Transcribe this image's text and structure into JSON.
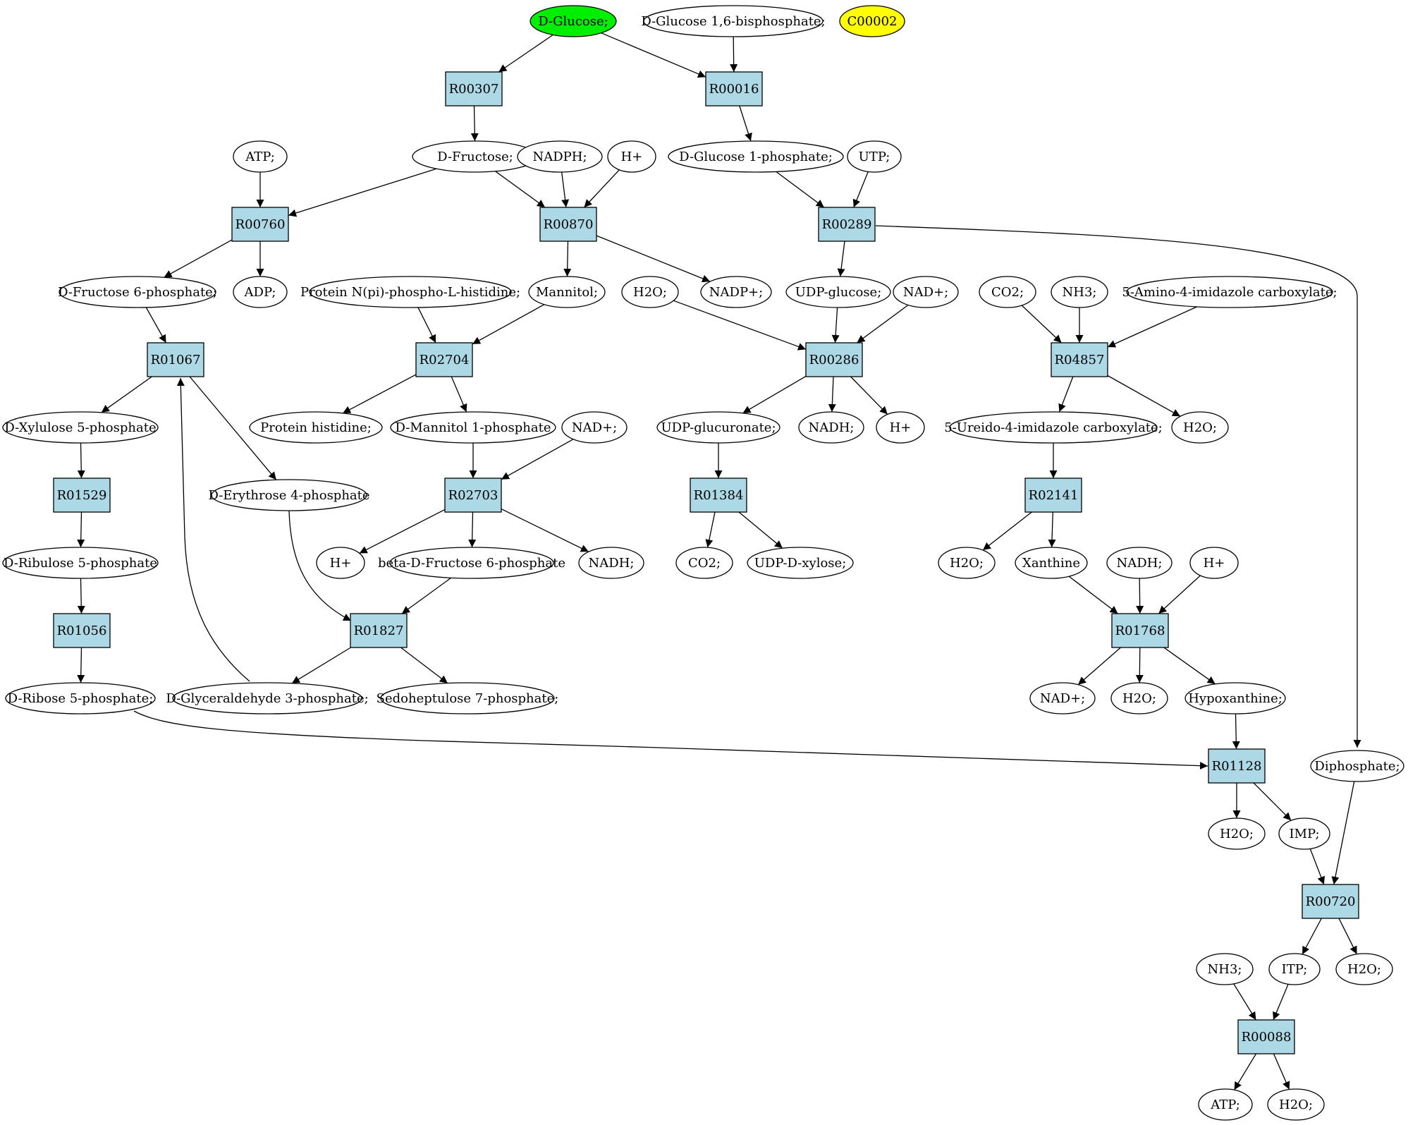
{
  "graph": {
    "compounds": [
      {
        "id": "c_dglucose",
        "label": "D-Glucose;",
        "style": "start"
      },
      {
        "id": "c_g16bp",
        "label": "D-Glucose 1,6-bisphosphate;"
      },
      {
        "id": "c_c00002",
        "label": "C00002",
        "style": "highlight"
      },
      {
        "id": "c_atp1",
        "label": "ATP;"
      },
      {
        "id": "c_dfructose",
        "label": "D-Fructose;"
      },
      {
        "id": "c_nadph",
        "label": "NADPH;"
      },
      {
        "id": "c_hplus1",
        "label": "H+"
      },
      {
        "id": "c_g1p",
        "label": "D-Glucose 1-phosphate;"
      },
      {
        "id": "c_utp",
        "label": "UTP;"
      },
      {
        "id": "c_f6p",
        "label": "D-Fructose 6-phosphate;"
      },
      {
        "id": "c_adp",
        "label": "ADP;"
      },
      {
        "id": "c_protnpi",
        "label": "Protein N(pi)-phospho-L-histidine;"
      },
      {
        "id": "c_mannitol",
        "label": "Mannitol;"
      },
      {
        "id": "c_h2o1",
        "label": "H2O;"
      },
      {
        "id": "c_nadpplus",
        "label": "NADP+;"
      },
      {
        "id": "c_udpglc",
        "label": "UDP-glucose;"
      },
      {
        "id": "c_nadplus1",
        "label": "NAD+;"
      },
      {
        "id": "c_co2a",
        "label": "CO2;"
      },
      {
        "id": "c_nh3a",
        "label": "NH3;"
      },
      {
        "id": "c_aicarb",
        "label": "5-Amino-4-imidazole carboxylate;"
      },
      {
        "id": "c_x5p",
        "label": "D-Xylulose 5-phosphate"
      },
      {
        "id": "c_prothis",
        "label": "Protein histidine;"
      },
      {
        "id": "c_m1p",
        "label": "D-Mannitol 1-phosphate"
      },
      {
        "id": "c_nadplus2",
        "label": "NAD+;"
      },
      {
        "id": "c_udpglcu",
        "label": "UDP-glucuronate;"
      },
      {
        "id": "c_nadh1",
        "label": "NADH;"
      },
      {
        "id": "c_hplus2",
        "label": "H+"
      },
      {
        "id": "c_uicarb",
        "label": "5-Ureido-4-imidazole carboxylate;"
      },
      {
        "id": "c_h2o2",
        "label": "H2O;"
      },
      {
        "id": "c_e4p",
        "label": "D-Erythrose 4-phosphate"
      },
      {
        "id": "c_ru5p",
        "label": "D-Ribulose 5-phosphate"
      },
      {
        "id": "c_hplus3",
        "label": "H+"
      },
      {
        "id": "c_bf6p",
        "label": "beta-D-Fructose 6-phosphate"
      },
      {
        "id": "c_nadh2",
        "label": "NADH;"
      },
      {
        "id": "c_co2b",
        "label": "CO2;"
      },
      {
        "id": "c_udpxyl",
        "label": "UDP-D-xylose;"
      },
      {
        "id": "c_h2o3",
        "label": "H2O;"
      },
      {
        "id": "c_xanthine",
        "label": "Xanthine"
      },
      {
        "id": "c_nadh3",
        "label": "NADH;"
      },
      {
        "id": "c_hplus4",
        "label": "H+"
      },
      {
        "id": "c_r5p",
        "label": "D-Ribose 5-phosphate;"
      },
      {
        "id": "c_gap",
        "label": "D-Glyceraldehyde 3-phosphate;"
      },
      {
        "id": "c_s7p",
        "label": "Sedoheptulose 7-phosphate;"
      },
      {
        "id": "c_nadplus3",
        "label": "NAD+;"
      },
      {
        "id": "c_h2o4",
        "label": "H2O;"
      },
      {
        "id": "c_hypox",
        "label": "Hypoxanthine;"
      },
      {
        "id": "c_diphos",
        "label": "Diphosphate;"
      },
      {
        "id": "c_h2o5",
        "label": "H2O;"
      },
      {
        "id": "c_imp",
        "label": "IMP;"
      },
      {
        "id": "c_nh3b",
        "label": "NH3;"
      },
      {
        "id": "c_itp",
        "label": "ITP;"
      },
      {
        "id": "c_h2o6",
        "label": "H2O;"
      },
      {
        "id": "c_atp2",
        "label": "ATP;"
      },
      {
        "id": "c_h2o7",
        "label": "H2O;"
      }
    ],
    "reactions": [
      {
        "id": "r00307",
        "label": "R00307"
      },
      {
        "id": "r00016",
        "label": "R00016"
      },
      {
        "id": "r00760",
        "label": "R00760"
      },
      {
        "id": "r00870",
        "label": "R00870"
      },
      {
        "id": "r00289",
        "label": "R00289"
      },
      {
        "id": "r01067",
        "label": "R01067"
      },
      {
        "id": "r02704",
        "label": "R02704"
      },
      {
        "id": "r00286",
        "label": "R00286"
      },
      {
        "id": "r04857",
        "label": "R04857"
      },
      {
        "id": "r01529",
        "label": "R01529"
      },
      {
        "id": "r02703",
        "label": "R02703"
      },
      {
        "id": "r01384",
        "label": "R01384"
      },
      {
        "id": "r02141",
        "label": "R02141"
      },
      {
        "id": "r01056",
        "label": "R01056"
      },
      {
        "id": "r01827",
        "label": "R01827"
      },
      {
        "id": "r01768",
        "label": "R01768"
      },
      {
        "id": "r01128",
        "label": "R01128"
      },
      {
        "id": "r00720",
        "label": "R00720"
      },
      {
        "id": "r00088",
        "label": "R00088"
      }
    ],
    "edges": [
      [
        "c_dglucose",
        "r00307"
      ],
      [
        "c_dglucose",
        "r00016"
      ],
      [
        "c_g16bp",
        "r00016"
      ],
      [
        "r00307",
        "c_dfructose"
      ],
      [
        "r00016",
        "c_g1p"
      ],
      [
        "c_atp1",
        "r00760"
      ],
      [
        "c_dfructose",
        "r00760"
      ],
      [
        "c_dfructose",
        "r00870"
      ],
      [
        "c_nadph",
        "r00870"
      ],
      [
        "c_hplus1",
        "r00870"
      ],
      [
        "c_g1p",
        "r00289"
      ],
      [
        "c_utp",
        "r00289"
      ],
      [
        "r00760",
        "c_f6p"
      ],
      [
        "r00760",
        "c_adp"
      ],
      [
        "r00870",
        "c_mannitol"
      ],
      [
        "r00870",
        "c_nadpplus"
      ],
      [
        "r00289",
        "c_udpglc"
      ],
      [
        "r00289",
        "c_diphos"
      ],
      [
        "c_f6p",
        "r01067"
      ],
      [
        "c_gap",
        "r01067"
      ],
      [
        "c_protnpi",
        "r02704"
      ],
      [
        "c_mannitol",
        "r02704"
      ],
      [
        "c_h2o1",
        "r00286"
      ],
      [
        "c_udpglc",
        "r00286"
      ],
      [
        "c_nadplus1",
        "r00286"
      ],
      [
        "c_co2a",
        "r04857"
      ],
      [
        "c_nh3a",
        "r04857"
      ],
      [
        "c_aicarb",
        "r04857"
      ],
      [
        "r01067",
        "c_x5p"
      ],
      [
        "r01067",
        "c_e4p"
      ],
      [
        "r02704",
        "c_prothis"
      ],
      [
        "r02704",
        "c_m1p"
      ],
      [
        "r00286",
        "c_udpglcu"
      ],
      [
        "r00286",
        "c_nadh1"
      ],
      [
        "r00286",
        "c_hplus2"
      ],
      [
        "r04857",
        "c_uicarb"
      ],
      [
        "r04857",
        "c_h2o2"
      ],
      [
        "c_x5p",
        "r01529"
      ],
      [
        "r01529",
        "c_ru5p"
      ],
      [
        "c_m1p",
        "r02703"
      ],
      [
        "c_nadplus2",
        "r02703"
      ],
      [
        "r02703",
        "c_hplus3"
      ],
      [
        "r02703",
        "c_bf6p"
      ],
      [
        "r02703",
        "c_nadh2"
      ],
      [
        "c_udpglcu",
        "r01384"
      ],
      [
        "r01384",
        "c_co2b"
      ],
      [
        "r01384",
        "c_udpxyl"
      ],
      [
        "c_uicarb",
        "r02141"
      ],
      [
        "r02141",
        "c_h2o3"
      ],
      [
        "r02141",
        "c_xanthine"
      ],
      [
        "c_ru5p",
        "r01056"
      ],
      [
        "r01056",
        "c_r5p"
      ],
      [
        "c_e4p",
        "r01827"
      ],
      [
        "c_bf6p",
        "r01827"
      ],
      [
        "r01827",
        "c_gap"
      ],
      [
        "r01827",
        "c_s7p"
      ],
      [
        "c_xanthine",
        "r01768"
      ],
      [
        "c_nadh3",
        "r01768"
      ],
      [
        "c_hplus4",
        "r01768"
      ],
      [
        "r01768",
        "c_nadplus3"
      ],
      [
        "r01768",
        "c_h2o4"
      ],
      [
        "r01768",
        "c_hypox"
      ],
      [
        "c_r5p",
        "r01128"
      ],
      [
        "c_hypox",
        "r01128"
      ],
      [
        "r01128",
        "c_h2o5"
      ],
      [
        "r01128",
        "c_imp"
      ],
      [
        "c_imp",
        "r00720"
      ],
      [
        "c_diphos",
        "r00720"
      ],
      [
        "r00720",
        "c_itp"
      ],
      [
        "r00720",
        "c_h2o6"
      ],
      [
        "c_nh3b",
        "r00088"
      ],
      [
        "c_itp",
        "r00088"
      ],
      [
        "r00088",
        "c_atp2"
      ],
      [
        "r00088",
        "c_h2o7"
      ]
    ]
  },
  "colors": {
    "start_node": "#00ee00",
    "highlight_node": "#ffff00",
    "reaction_fill": "#add8e6",
    "default_fill": "#ffffff",
    "stroke": "#000000"
  }
}
